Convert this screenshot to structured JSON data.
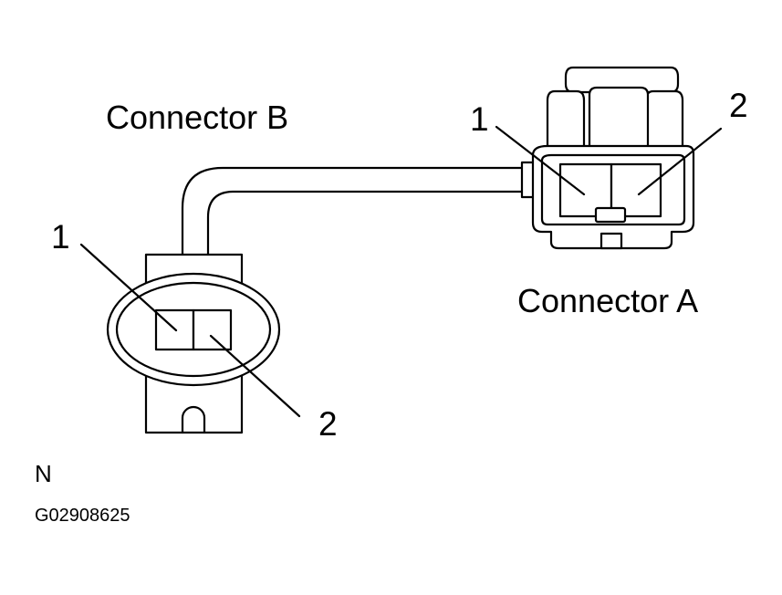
{
  "diagram": {
    "connector_a_label": "Connector A",
    "connector_b_label": "Connector B",
    "connector_a_pins": [
      "1",
      "2"
    ],
    "connector_b_pins": [
      "1",
      "2"
    ],
    "direction_mark": "N",
    "figure_code": "G02908625"
  }
}
